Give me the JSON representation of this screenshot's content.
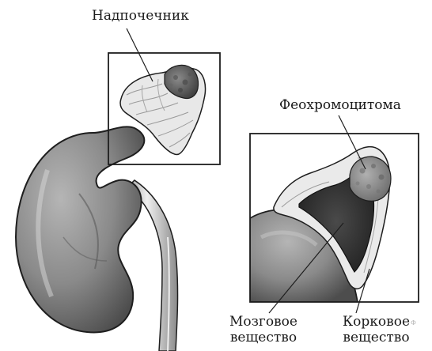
{
  "labels": {
    "adrenal_gland": "Надпочечник",
    "pheochromocytoma": "Феохромоцитома",
    "medulla_line1": "Мозговое",
    "medulla_line2": "вещество",
    "cortex_line1": "Корковое",
    "cortex_line2": "вещество"
  },
  "watermark": "Ф",
  "colors": {
    "kidney": "#8f8f8f",
    "kidney_dark": "#555555",
    "cortex": "#e6e6e6",
    "medulla": "#3a3a3a",
    "tumor": "#6e6e6e",
    "ureter": "#dcdcdc",
    "outline": "#1e1e1e",
    "background": "#ffffff"
  }
}
